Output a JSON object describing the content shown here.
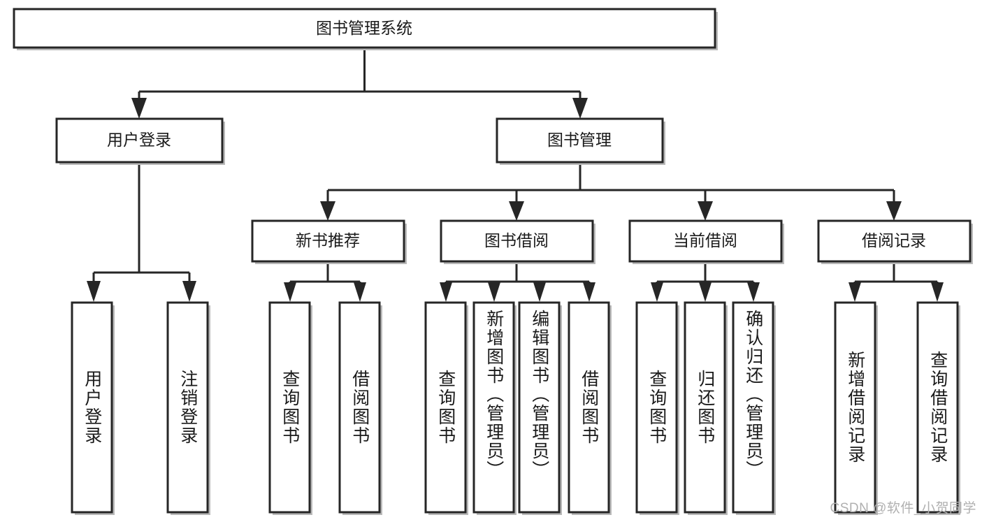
{
  "diagram": {
    "title": "图书管理系统",
    "type": "tree-hierarchy-diagram",
    "root": {
      "id": "root",
      "label": "图书管理系统"
    },
    "level2": [
      {
        "id": "user-login",
        "label": "用户登录"
      },
      {
        "id": "book-management",
        "label": "图书管理"
      }
    ],
    "level3": [
      {
        "id": "new-book-recommend",
        "label": "新书推荐",
        "parent": "book-management"
      },
      {
        "id": "book-borrow",
        "label": "图书借阅",
        "parent": "book-management"
      },
      {
        "id": "current-borrow",
        "label": "当前借阅",
        "parent": "book-management"
      },
      {
        "id": "borrow-record",
        "label": "借阅记录",
        "parent": "book-management"
      }
    ],
    "leaves": [
      {
        "id": "leaf-user-login",
        "label": "用户登录",
        "parent": "user-login"
      },
      {
        "id": "leaf-logout-login",
        "label": "注销登录",
        "parent": "user-login"
      },
      {
        "id": "leaf-query-book-1",
        "label": "查询图书",
        "parent": "new-book-recommend"
      },
      {
        "id": "leaf-borrow-book-1",
        "label": "借阅图书",
        "parent": "new-book-recommend"
      },
      {
        "id": "leaf-query-book-2",
        "label": "查询图书",
        "parent": "book-borrow"
      },
      {
        "id": "leaf-add-book",
        "label": "新增图书（管理员）",
        "parent": "book-borrow"
      },
      {
        "id": "leaf-edit-book",
        "label": "编辑图书（管理员）",
        "parent": "book-borrow"
      },
      {
        "id": "leaf-borrow-book-2",
        "label": "借阅图书",
        "parent": "book-borrow"
      },
      {
        "id": "leaf-query-book-3",
        "label": "查询图书",
        "parent": "current-borrow"
      },
      {
        "id": "leaf-return-book",
        "label": "归还图书",
        "parent": "current-borrow"
      },
      {
        "id": "leaf-confirm-return",
        "label": "确认归还（管理员）",
        "parent": "current-borrow"
      },
      {
        "id": "leaf-add-record",
        "label": "新增借阅记录",
        "parent": "borrow-record"
      },
      {
        "id": "leaf-query-record",
        "label": "查询借阅记录",
        "parent": "borrow-record"
      }
    ],
    "colors": {
      "box_stroke": "#262626",
      "box_fill": "#ffffff",
      "connector": "#262626",
      "text": "#1a1a1a",
      "background": "#ffffff",
      "watermark": "#b0b0b0"
    }
  },
  "watermark": {
    "text": "CSDN @软件_小贺同学"
  }
}
